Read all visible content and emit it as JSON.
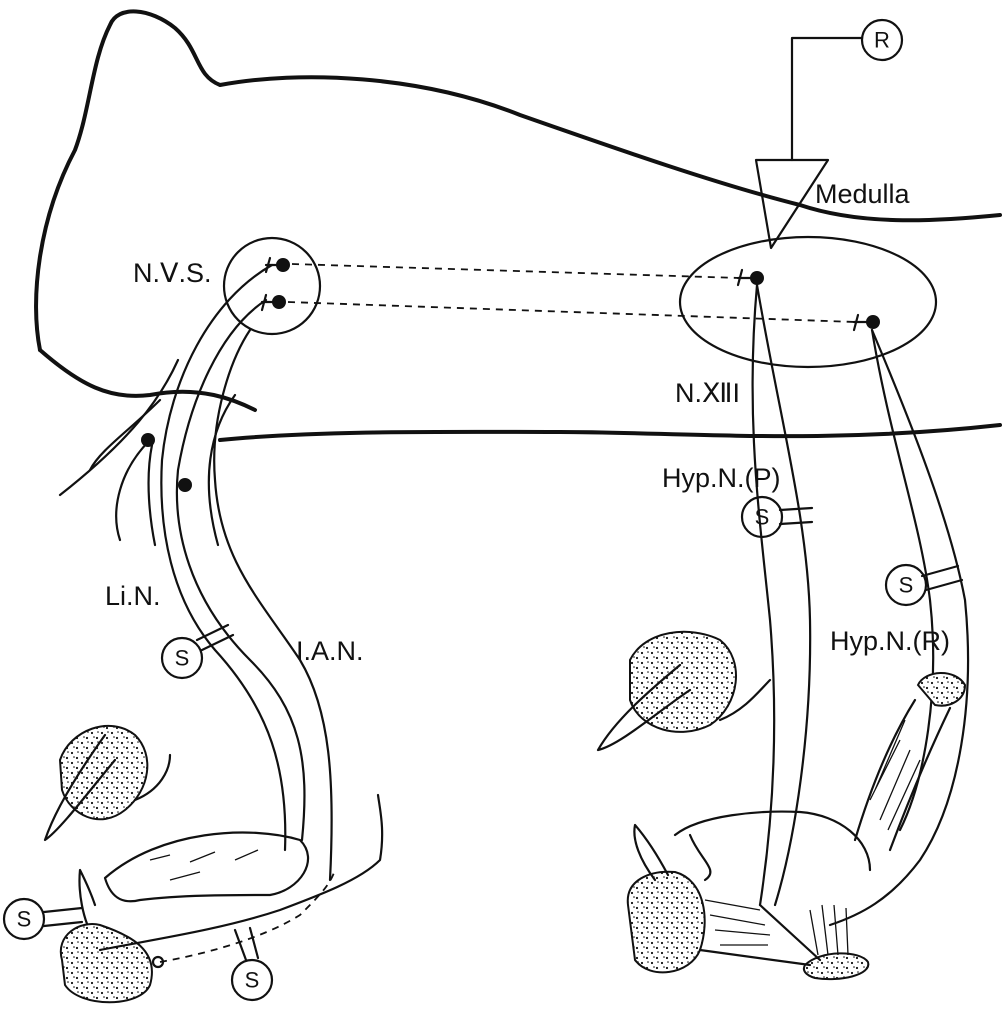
{
  "labels": {
    "medulla": "Medulla",
    "nvs": "N.Ⅴ.S.",
    "nxii": "N.ⅫI",
    "hyp_p": "Hyp.N.(P)",
    "hyp_r": "Hyp.N.(R)",
    "lin": "Li.N.",
    "ian": "I.A.N.",
    "recording_marker": "R",
    "stim_marker": "S"
  }
}
